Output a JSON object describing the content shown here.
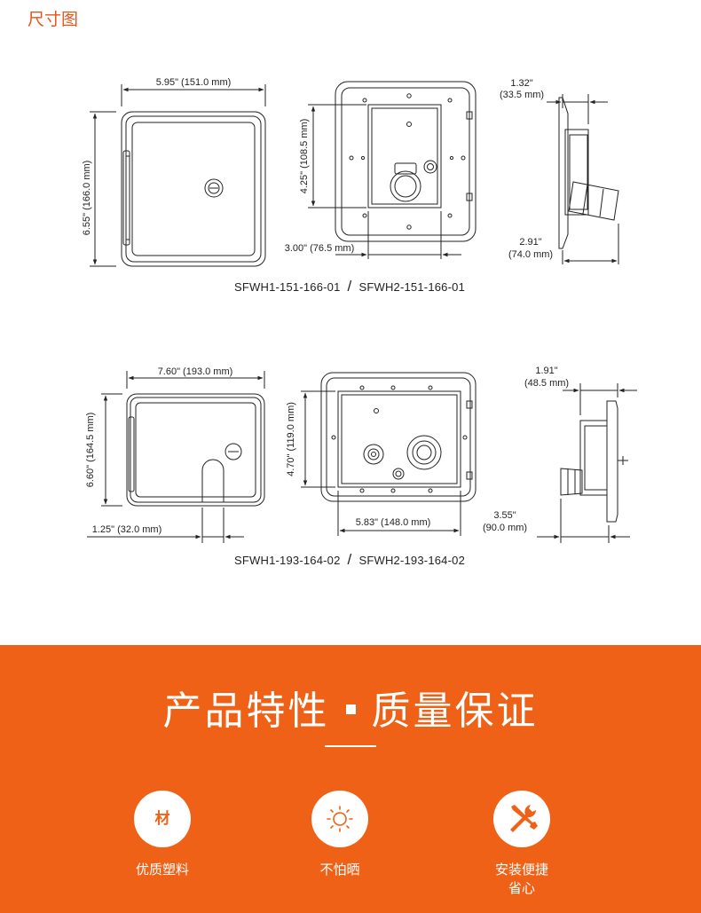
{
  "page_title": "尺寸图",
  "drawing_1": {
    "width_dim": "5.95\" (151.0 mm)",
    "height_dim": "6.55\" (166.0 mm)",
    "cutout_height_dim": "4.25\" (108.5 mm)",
    "cutout_width_dim": "3.00\" (76.5 mm)",
    "depth_outer_in": "1.32\"",
    "depth_outer_mm": "(33.5 mm)",
    "depth_total_in": "2.91\"",
    "depth_total_mm": "(74.0 mm)",
    "model_a": "SFWH1-151-166-01",
    "model_b": "SFWH2-151-166-01"
  },
  "drawing_2": {
    "width_dim": "7.60\" (193.0 mm)",
    "height_dim": "6.60\" (164.5 mm)",
    "slot_dim": "1.25\" (32.0 mm)",
    "cutout_height_dim": "4.70\" (119.0 mm)",
    "cutout_width_dim": "5.83\" (148.0 mm)",
    "depth_outer_in": "1.91\"",
    "depth_outer_mm": "(48.5 mm)",
    "depth_total_in": "3.55\"",
    "depth_total_mm": "(90.0 mm)",
    "model_a": "SFWH1-193-164-02",
    "model_b": "SFWH2-193-164-02"
  },
  "model_separator": "/",
  "features": {
    "title_left": "产品特性",
    "title_right": "质量保证",
    "items": [
      {
        "icon_text": "材",
        "label": "优质塑料",
        "label2": ""
      },
      {
        "icon": "sun-icon",
        "label": "不怕晒",
        "label2": ""
      },
      {
        "icon": "tools-icon",
        "label": "安装便捷",
        "label2": "省心"
      }
    ]
  },
  "colors": {
    "accent": "#ee6116",
    "title_accent": "#e8541a"
  }
}
